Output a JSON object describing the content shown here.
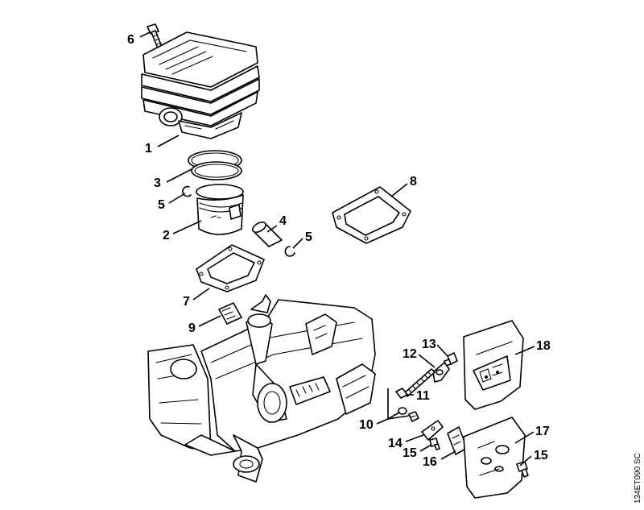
{
  "diagram": {
    "callouts": [
      {
        "id": "6",
        "label": "6"
      },
      {
        "id": "1",
        "label": "1"
      },
      {
        "id": "3",
        "label": "3"
      },
      {
        "id": "5a",
        "label": "5"
      },
      {
        "id": "2",
        "label": "2"
      },
      {
        "id": "4",
        "label": "4"
      },
      {
        "id": "5b",
        "label": "5"
      },
      {
        "id": "8",
        "label": "8"
      },
      {
        "id": "7",
        "label": "7"
      },
      {
        "id": "9",
        "label": "9"
      },
      {
        "id": "13",
        "label": "13"
      },
      {
        "id": "12",
        "label": "12"
      },
      {
        "id": "18",
        "label": "18"
      },
      {
        "id": "11",
        "label": "11"
      },
      {
        "id": "10",
        "label": "10"
      },
      {
        "id": "14",
        "label": "14"
      },
      {
        "id": "15a",
        "label": "15"
      },
      {
        "id": "16",
        "label": "16"
      },
      {
        "id": "17",
        "label": "17"
      },
      {
        "id": "15b",
        "label": "15"
      }
    ],
    "drawing_code": "134ET090 SC"
  }
}
